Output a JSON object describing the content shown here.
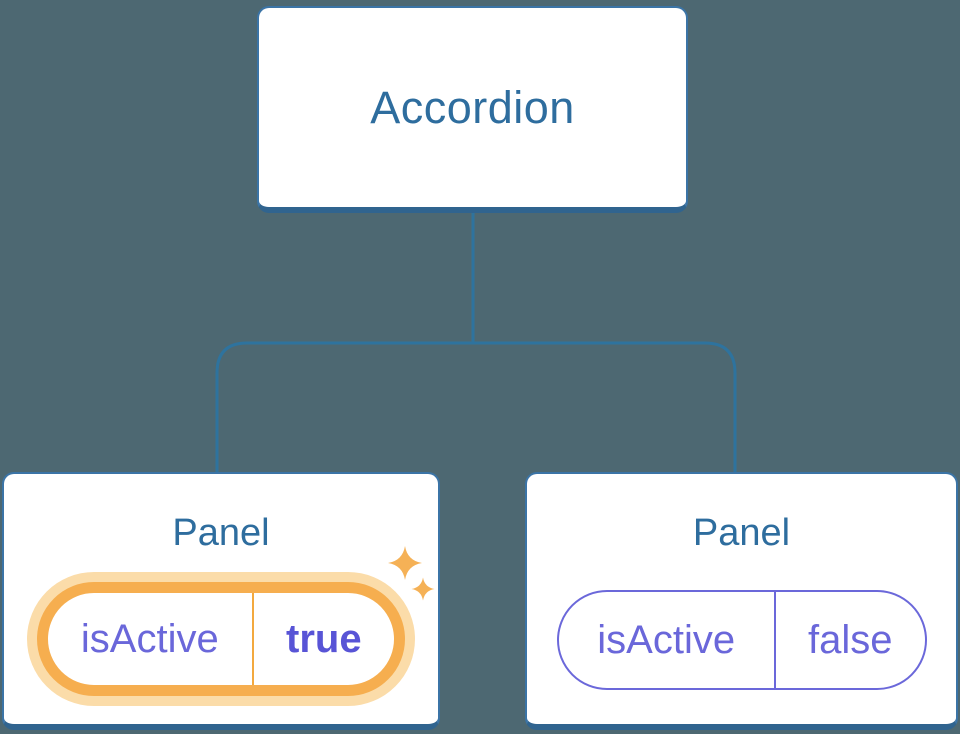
{
  "tree": {
    "root": {
      "label": "Accordion"
    },
    "panels": [
      {
        "title": "Panel",
        "state": {
          "name": "isActive",
          "value": "true"
        },
        "highlighted": true,
        "has_sparkles": true
      },
      {
        "title": "Panel",
        "state": {
          "name": "isActive",
          "value": "false"
        },
        "highlighted": false,
        "has_sparkles": false
      }
    ],
    "icons": [
      {
        "name": "sparkles-icon",
        "meaning": "state just changed / highlight"
      }
    ],
    "colors": {
      "background": "#4D6872",
      "node_fill": "#FFFFFF",
      "node_border": "#3B74A6",
      "node_border_bottom": "#30648F",
      "node_text": "#2E6D9E",
      "connector": "#2E739E",
      "state_text": "#6A67DA",
      "state_value_active": "#5854D6",
      "highlight_ring": "#F6AE4F",
      "highlight_glow": "#FBDCA9",
      "highlight_divider": "#F3A93F",
      "sparkle": "#F5B156"
    }
  }
}
